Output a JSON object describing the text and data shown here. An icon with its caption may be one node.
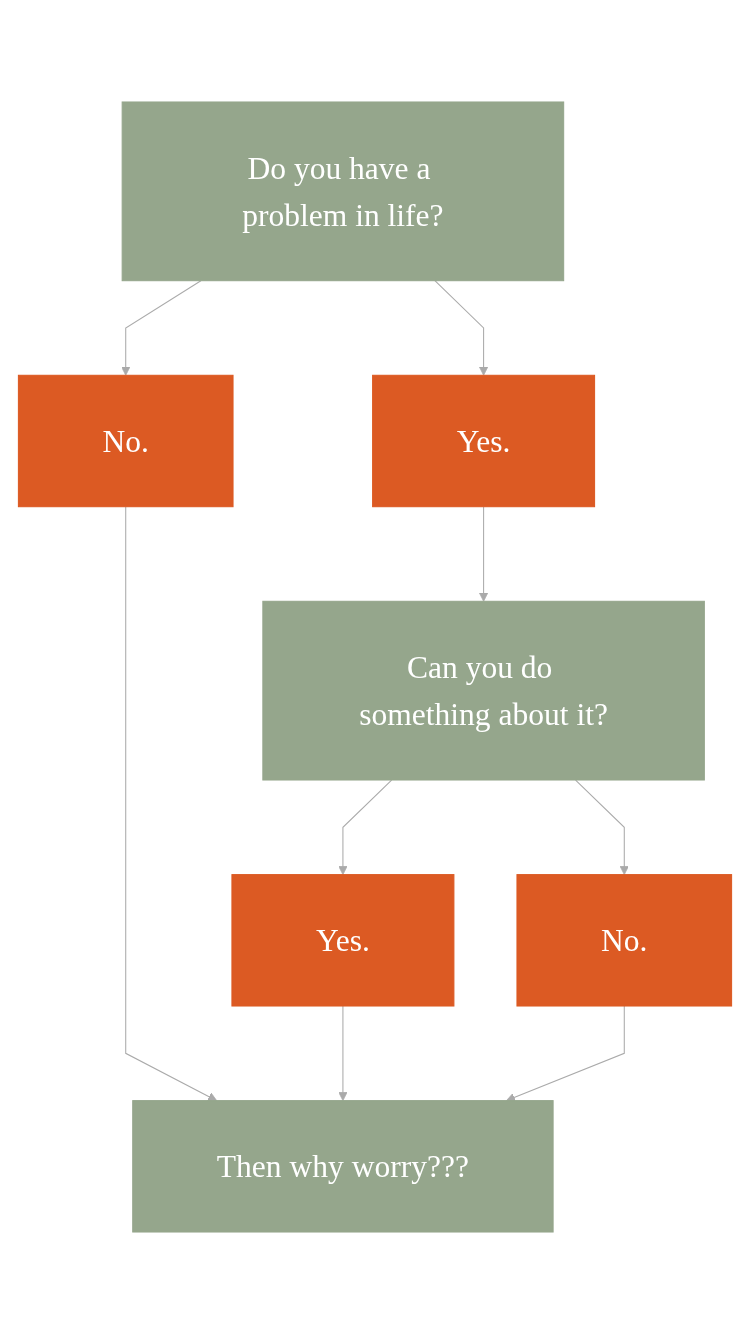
{
  "diagram": {
    "nodes": [
      {
        "text": [
          "Do you have a problem in life?"
        ]
      },
      {
        "text": [
          "No."
        ]
      },
      {
        "text": [
          "Yes."
        ]
      },
      {
        "text": [
          "Can you do something about it?"
        ]
      },
      {
        "text": [
          "Yes."
        ]
      },
      {
        "text": [
          "No."
        ]
      },
      {
        "text": [
          "Then why worry???"
        ]
      }
    ],
    "edges": [
      {
        "from": 0,
        "to": 1,
        "arrow": "to"
      },
      {
        "from": 0,
        "to": 2,
        "arrow": "to"
      },
      {
        "from": 2,
        "to": 3,
        "arrow": "to"
      },
      {
        "from": 3,
        "to": 4,
        "arrow": "to"
      },
      {
        "from": 3,
        "to": 5,
        "arrow": "to"
      },
      {
        "from": 1,
        "to": 6,
        "arrow": "to"
      },
      {
        "from": 4,
        "to": 6,
        "arrow": "to"
      },
      {
        "from": 5,
        "to": 6,
        "arrow": "to"
      }
    ]
  }
}
